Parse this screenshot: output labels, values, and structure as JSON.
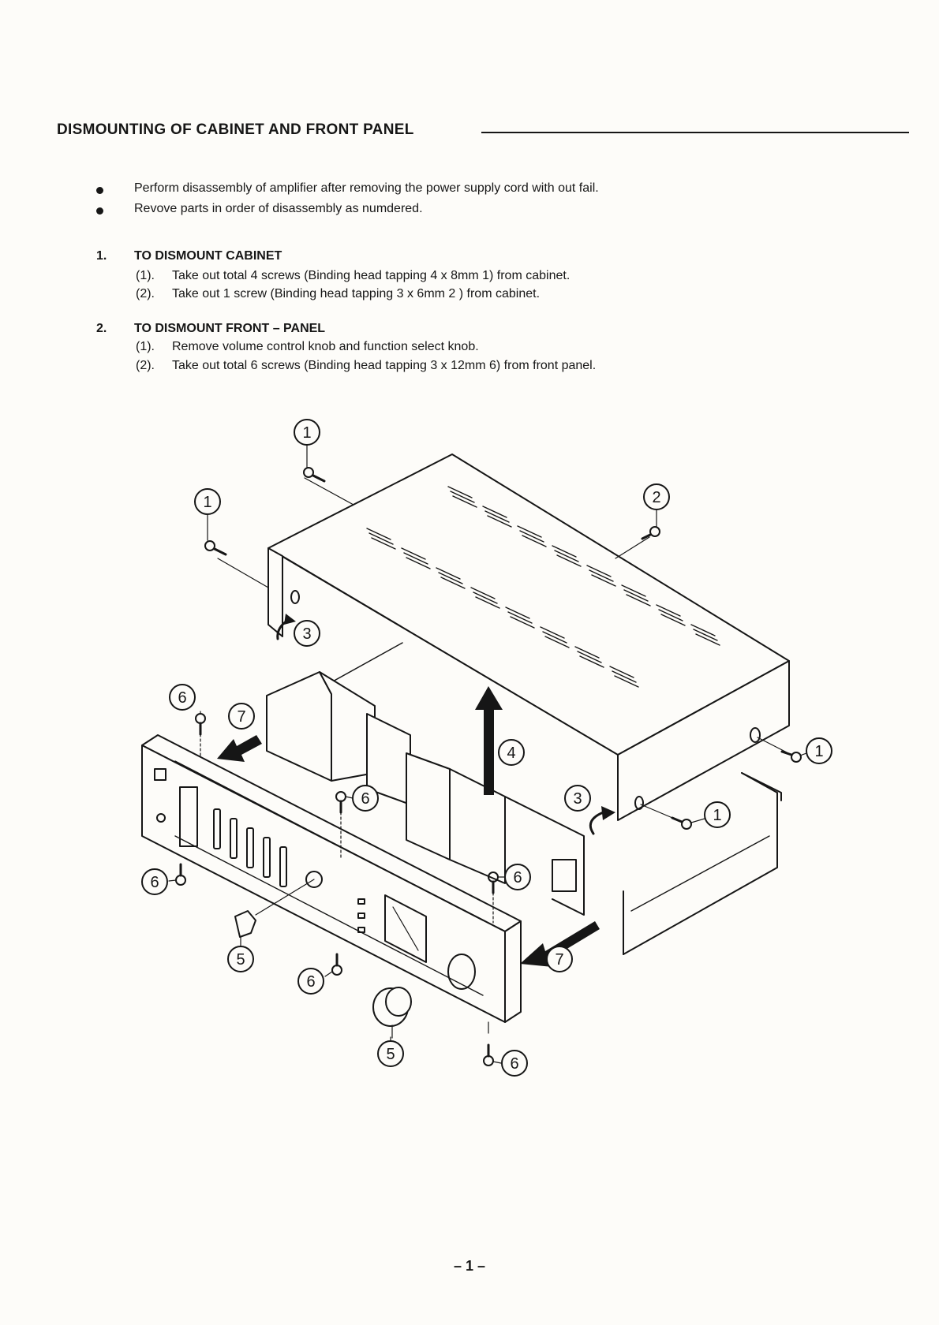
{
  "title": "DISMOUNTING OF CABINET AND FRONT   PANEL",
  "notes": [
    "Perform disassembly of amplifier after removing the power supply cord with out fail.",
    "Revove parts in order of disassembly as numdered."
  ],
  "sections": [
    {
      "number": "1.",
      "title": "TO DISMOUNT CABINET",
      "steps": [
        {
          "number": "(1).",
          "text": "Take out total 4 screws (Binding head tapping 4 x 8mm 1) from cabinet."
        },
        {
          "number": "(2).",
          "text": "Take out 1 screw (Binding head tapping 3 x 6mm 2 ) from cabinet."
        }
      ]
    },
    {
      "number": "2.",
      "title": "TO DISMOUNT FRONT – PANEL",
      "steps": [
        {
          "number": "(1).",
          "text": "Remove volume control knob and function select knob."
        },
        {
          "number": "(2).",
          "text": "Take out total 6 screws (Binding head tapping 3 x 12mm 6) from front  panel."
        }
      ]
    }
  ],
  "callouts": [
    "1",
    "1",
    "2",
    "3",
    "3",
    "1",
    "1",
    "4",
    "6",
    "7",
    "6",
    "6",
    "6",
    "5",
    "6",
    "7",
    "5",
    "6"
  ],
  "page_number": "– 1 –"
}
